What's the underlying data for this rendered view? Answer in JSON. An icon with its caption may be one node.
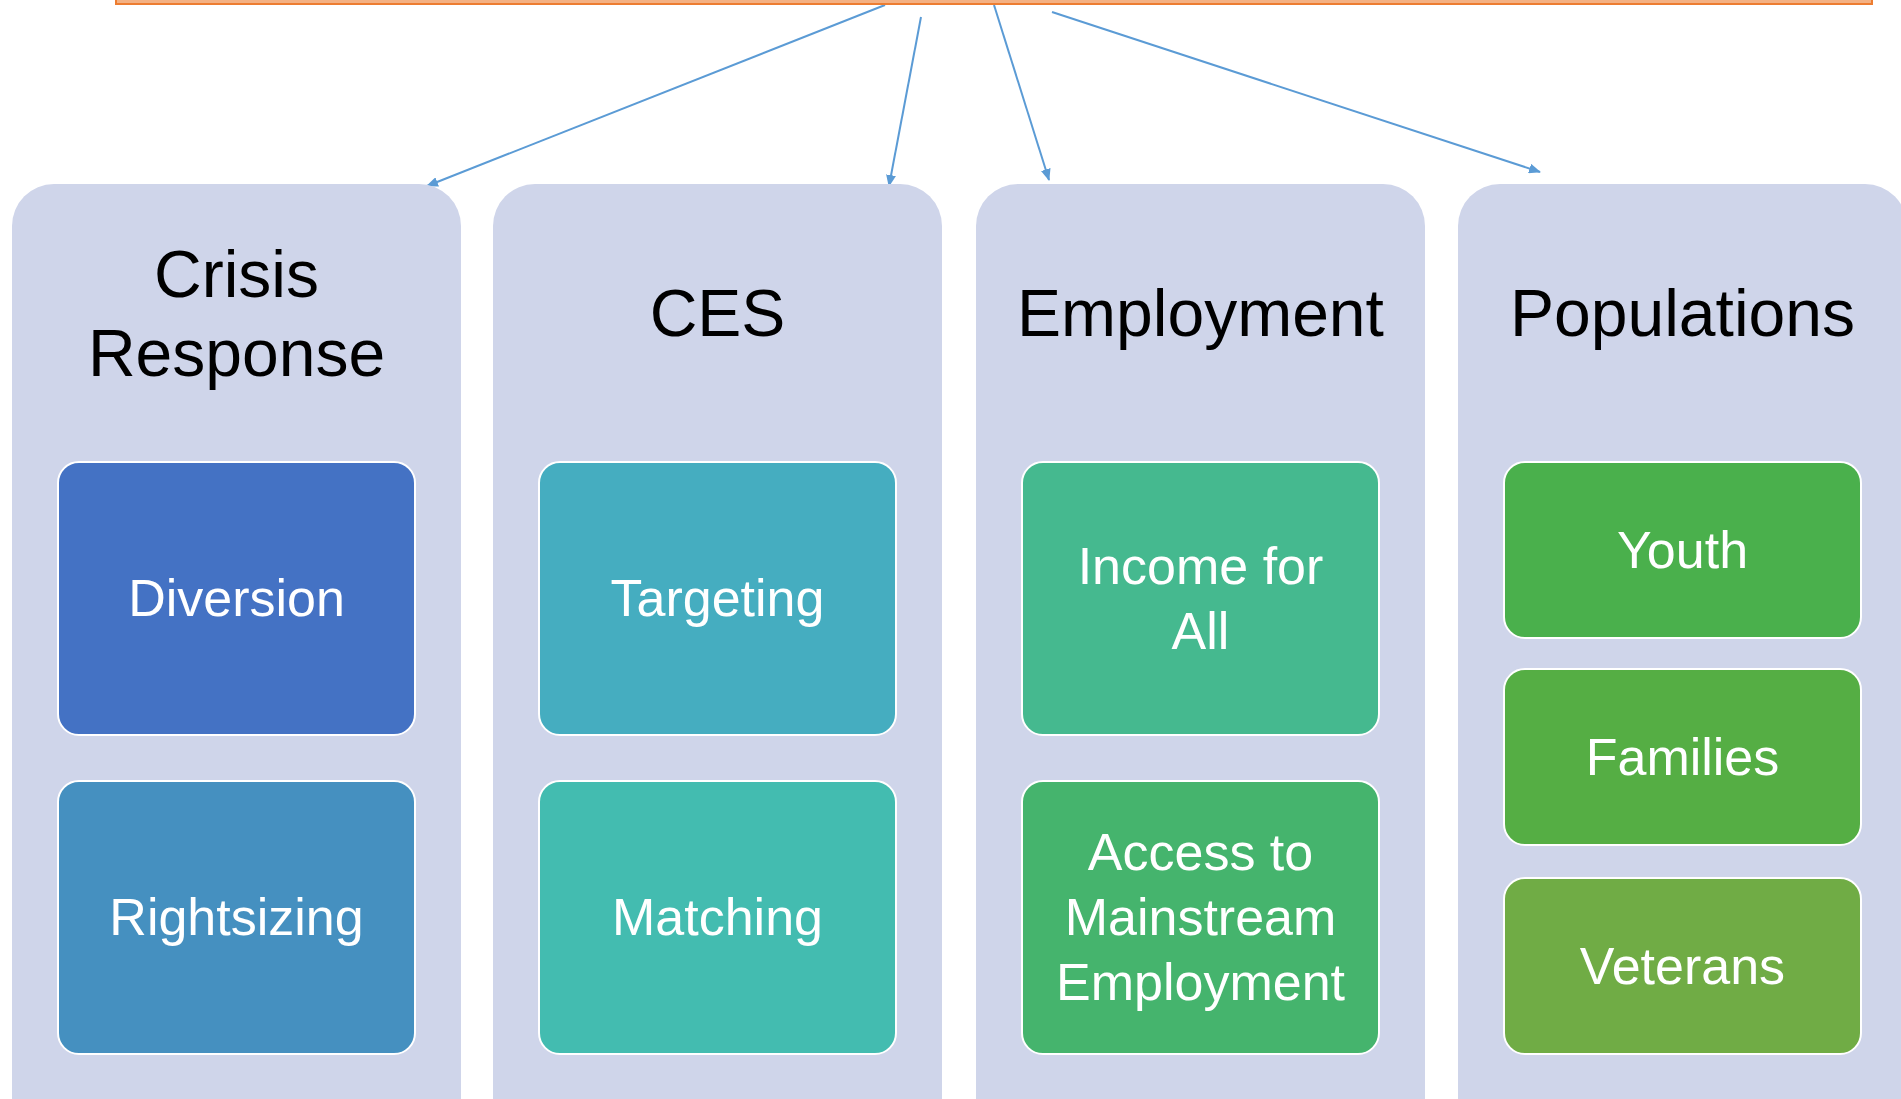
{
  "diagram": {
    "nodes": [
      {
        "text": [],
        "shape": "box"
      },
      {
        "text": [
          "Crisis Response"
        ]
      },
      {
        "text": [
          "Diversion"
        ],
        "in": 1
      },
      {
        "text": [
          "Rightsizing"
        ],
        "in": 1
      },
      {
        "text": [
          "CES"
        ]
      },
      {
        "text": [
          "Targeting"
        ],
        "in": 4
      },
      {
        "text": [
          "Matching"
        ],
        "in": 4
      },
      {
        "text": [
          "Employment"
        ]
      },
      {
        "text": [
          "Income for All"
        ],
        "in": 7
      },
      {
        "text": [
          "Access to Mainstream Employment"
        ],
        "in": 7
      },
      {
        "text": [
          "Populations"
        ]
      },
      {
        "text": [
          "Youth"
        ],
        "in": 10
      },
      {
        "text": [
          "Families"
        ],
        "in": 10
      },
      {
        "text": [
          "Veterans"
        ],
        "in": 10
      }
    ],
    "edges": [
      {
        "from": 0,
        "to": 1,
        "arrow": "to"
      },
      {
        "from": 0,
        "to": 4,
        "arrow": "to"
      },
      {
        "from": 0,
        "to": 7,
        "arrow": "to"
      },
      {
        "from": 0,
        "to": 10,
        "arrow": "to"
      }
    ]
  }
}
